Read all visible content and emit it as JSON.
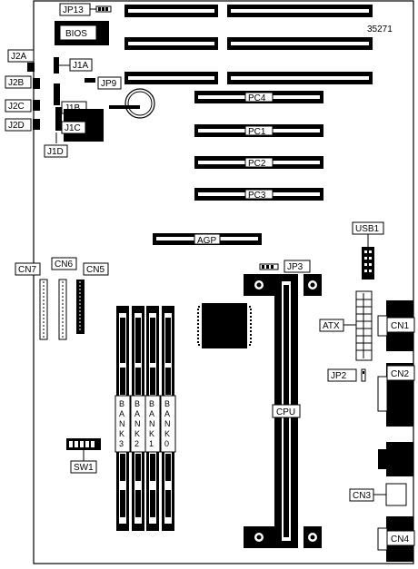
{
  "board_number": "35271",
  "labels": {
    "bios": "BIOS",
    "jp13": "JP13",
    "jp9": "JP9",
    "jp3": "JP3",
    "jp2": "JP2",
    "j1a": "J1A",
    "j1b": "J1B",
    "j1c": "J1C",
    "j1d": "J1D",
    "j2a": "J2A",
    "j2b": "J2B",
    "j2c": "J2C",
    "j2d": "J2D",
    "pc4": "PC4",
    "pc1": "PC1",
    "pc2": "PC2",
    "pc3": "PC3",
    "agp": "AGP",
    "usb1": "USB1",
    "cn1": "CN1",
    "cn2": "CN2",
    "cn3": "CN3",
    "cn4": "CN4",
    "cn5": "CN5",
    "cn6": "CN6",
    "cn7": "CN7",
    "atx": "ATX",
    "cpu": "CPU",
    "sw1": "SW1",
    "bank3": "BANK3",
    "bank2": "BANK2",
    "bank1": "BANK1",
    "bank0": "BANK0"
  }
}
